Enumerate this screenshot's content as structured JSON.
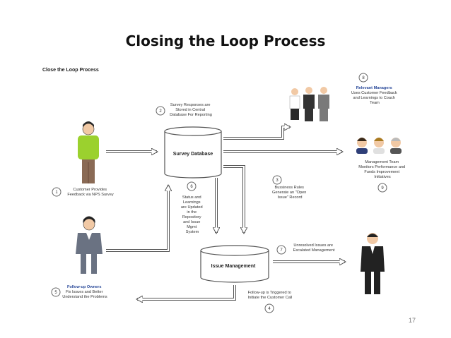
{
  "slide": {
    "title": "Closing the Loop Process",
    "page_number": "17"
  },
  "diagram": {
    "heading": "Close the Loop Process",
    "boxes": {
      "survey_db": "Survey Database",
      "issue_mgmt": "Issue Management"
    },
    "steps": [
      {
        "n": "1",
        "lines": [
          "Customer Provides",
          "Feedback via NPS Survey"
        ]
      },
      {
        "n": "2",
        "lines": [
          "Survey Responses are",
          "Stored in Central",
          "Database For Reporting"
        ]
      },
      {
        "n": "3",
        "lines": [
          "Bussiness Rules",
          "Generate an \"Open",
          "Issue\" Record"
        ]
      },
      {
        "n": "4",
        "lines": [
          "Follow-up is Triggered to",
          "Initiate the Customer Call"
        ]
      },
      {
        "n": "5",
        "heading": "Follow-up Owners",
        "lines": [
          "Fix Issues and Better",
          "Understand the Problems"
        ]
      },
      {
        "n": "6",
        "lines": [
          "Status and",
          "Learnings",
          "are Updated",
          "in the",
          "Repository",
          "and Issue",
          "Mgmt",
          "System"
        ]
      },
      {
        "n": "7",
        "lines": [
          "Unresolved Issues are",
          "Escalated Management"
        ]
      },
      {
        "n": "8",
        "heading": "Relevant Managers",
        "lines": [
          "Uses Customer Feedback",
          "and Learnings to Coach",
          "Team"
        ]
      },
      {
        "n": "9",
        "lines": [
          "Management Team",
          "Monitors Performance and",
          "Funds Improvement",
          "Initiatives"
        ]
      }
    ]
  },
  "colors": {
    "arrow_stroke": "#555555",
    "customer_shirt": "#9bd12e",
    "customer_pants": "#8a6a55",
    "owner_suit": "#6a7282",
    "exec_suit": "#222222"
  }
}
